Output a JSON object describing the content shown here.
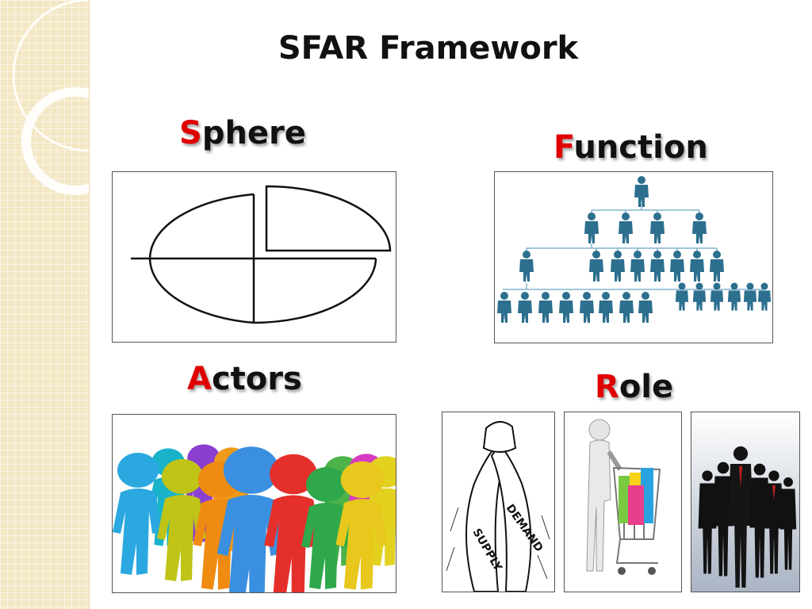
{
  "slide": {
    "title": "SFAR Framework"
  },
  "headings": {
    "sphere": {
      "initial": "S",
      "rest": "phere"
    },
    "function": {
      "initial": "F",
      "rest": "unction"
    },
    "actors": {
      "initial": "A",
      "rest": "ctors"
    },
    "role": {
      "initial": "R",
      "rest": "ole"
    }
  },
  "illustrations": {
    "role_supply_demand": {
      "left_text": "SUPPLY",
      "right_text": "DEMAND"
    }
  },
  "colors": {
    "initial_letter": "#e00000",
    "org_chart_figure": "#2c6f8e",
    "strip_background": "#f3e7c4"
  },
  "icons": {
    "sphere": "quartered-ellipse-icon",
    "function": "org-chart-icon",
    "actors": "colorful-people-group-icon",
    "role_1": "supply-demand-arm-wrestle-icon",
    "role_2": "shopper-with-cart-icon",
    "role_3": "business-people-silhouettes-icon"
  }
}
